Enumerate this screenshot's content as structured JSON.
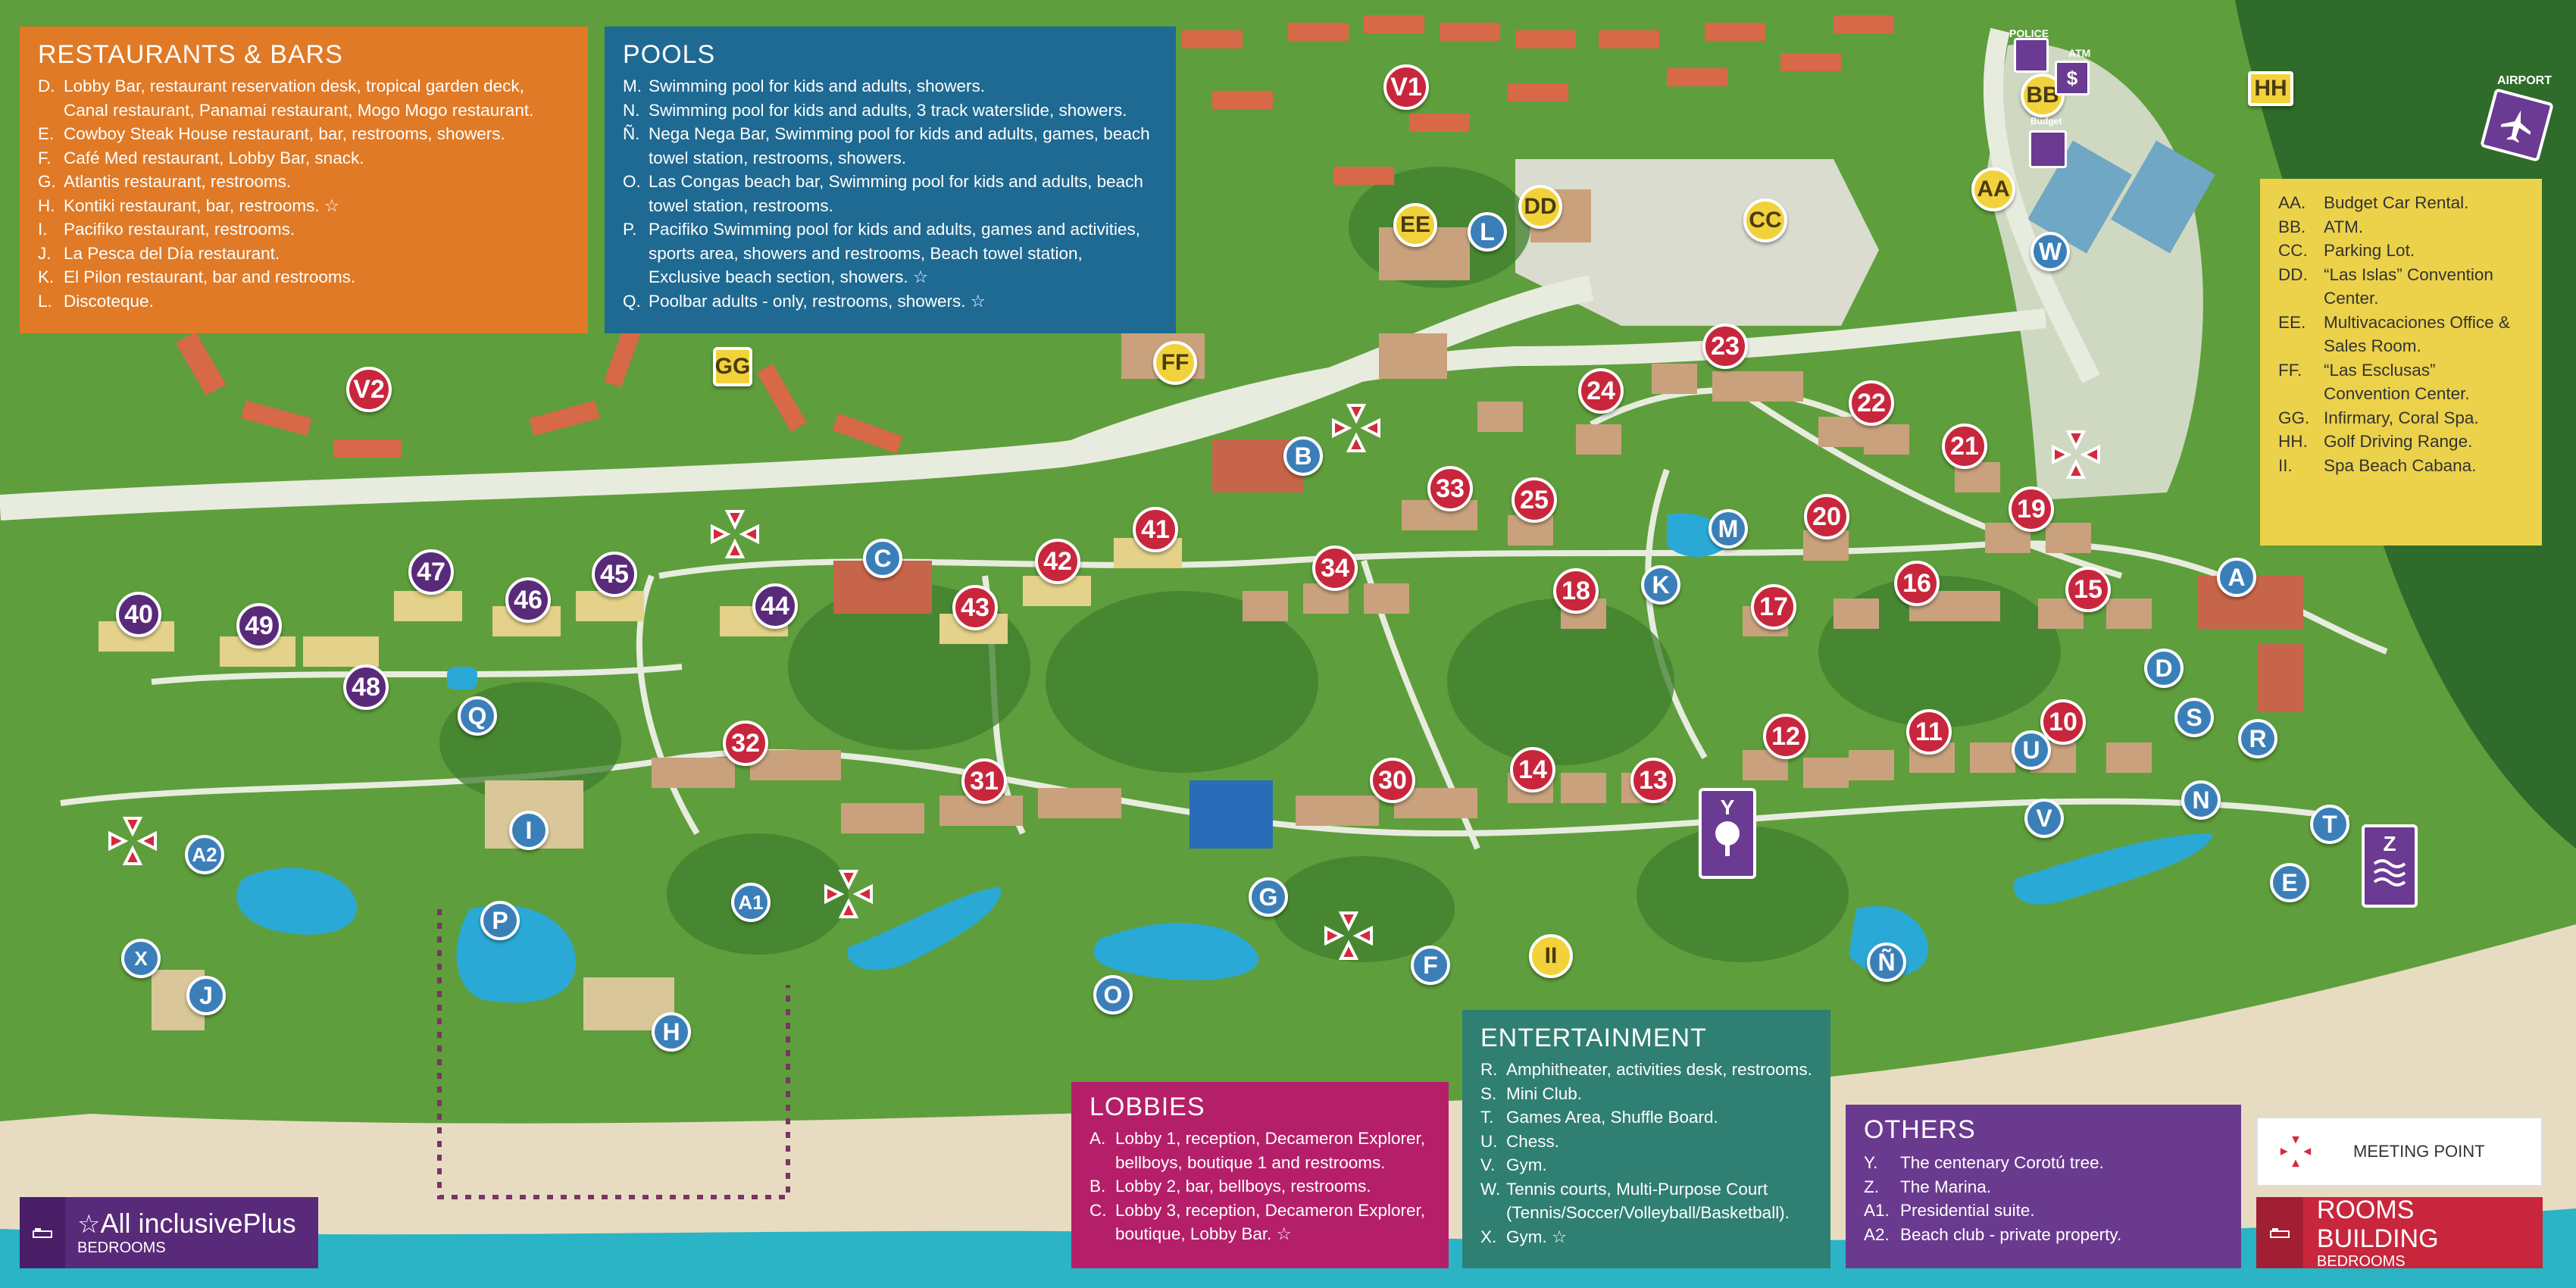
{
  "panels": {
    "restaurants": {
      "title": "RESTAURANTS & BARS",
      "items": [
        {
          "key": "D.",
          "text": "Lobby Bar, restaurant reservation desk, tropical garden deck, Canal restaurant, Panamai restaurant, Mogo Mogo restaurant."
        },
        {
          "key": "E.",
          "text": "Cowboy Steak House restaurant, bar, restrooms, showers."
        },
        {
          "key": "F.",
          "text": "Café Med restaurant, Lobby Bar, snack."
        },
        {
          "key": "G.",
          "text": "Atlantis restaurant, restrooms."
        },
        {
          "key": "H.",
          "text": "Kontiki restaurant, bar, restrooms. ☆"
        },
        {
          "key": "I.",
          "text": "Pacifiko restaurant, restrooms."
        },
        {
          "key": "J.",
          "text": "La Pesca del Día restaurant."
        },
        {
          "key": "K.",
          "text": "El Pilon restaurant, bar and restrooms."
        },
        {
          "key": "L.",
          "text": "Discoteque."
        }
      ]
    },
    "pools": {
      "title": "POOLS",
      "items": [
        {
          "key": "M.",
          "text": "Swimming pool for kids and adults, showers."
        },
        {
          "key": "N.",
          "text": "Swimming pool for kids and adults, 3 track waterslide, showers."
        },
        {
          "key": "Ñ.",
          "text": "Nega Nega Bar, Swimming pool for kids and adults, games, beach towel station, restrooms, showers."
        },
        {
          "key": "O.",
          "text": "Las Congas beach bar, Swimming pool for kids and adults, beach towel station, restrooms."
        },
        {
          "key": "P.",
          "text": "Pacifiko Swimming pool for kids and adults, games and activities, sports area, showers and restrooms, Beach towel station, Exclusive beach section, showers. ☆"
        },
        {
          "key": "Q.",
          "text": "Poolbar adults - only, restrooms, showers. ☆"
        }
      ]
    },
    "services": {
      "items": [
        {
          "key": "AA.",
          "text": "Budget Car Rental."
        },
        {
          "key": "BB.",
          "text": "ATM."
        },
        {
          "key": "CC.",
          "text": "Parking Lot."
        },
        {
          "key": "DD.",
          "text": "“Las Islas” Convention Center."
        },
        {
          "key": "EE.",
          "text": "Multivacaciones Office & Sales Room."
        },
        {
          "key": "FF.",
          "text": "“Las Esclusas” Convention Center."
        },
        {
          "key": "GG.",
          "text": "Infirmary, Coral Spa."
        },
        {
          "key": "HH.",
          "text": "Golf Driving Range."
        },
        {
          "key": "II.",
          "text": "Spa Beach Cabana."
        }
      ]
    },
    "lobbies": {
      "title": "LOBBIES",
      "items": [
        {
          "key": "A.",
          "text": "Lobby 1, reception, Decameron Explorer, bellboys, boutique 1 and restrooms."
        },
        {
          "key": "B.",
          "text": "Lobby 2, bar, bellboys, restrooms."
        },
        {
          "key": "C.",
          "text": "Lobby 3, reception, Decameron Explorer, boutique, Lobby Bar. ☆"
        }
      ]
    },
    "entertainment": {
      "title": "ENTERTAINMENT",
      "items": [
        {
          "key": "R.",
          "text": "Amphitheater, activities desk, restrooms."
        },
        {
          "key": "S.",
          "text": "Mini Club."
        },
        {
          "key": "T.",
          "text": "Games Area, Shuffle Board."
        },
        {
          "key": "U.",
          "text": "Chess."
        },
        {
          "key": "V.",
          "text": "Gym."
        },
        {
          "key": "W.",
          "text": "Tennis courts, Multi-Purpose Court (Tennis/Soccer/Volleyball/Basketball)."
        },
        {
          "key": "X.",
          "text": "Gym. ☆"
        }
      ]
    },
    "others": {
      "title": "OTHERS",
      "items": [
        {
          "key": "Y.",
          "text": "The centenary Corotú tree."
        },
        {
          "key": "Z.",
          "text": "The Marina."
        },
        {
          "key": "A1.",
          "text": "Presidential suite."
        },
        {
          "key": "A2.",
          "text": "Beach club - private property."
        }
      ]
    }
  },
  "legend": {
    "meeting_point": "MEETING POINT",
    "rooms_building": "ROOMS BUILDING",
    "rooms_bedrooms": "BEDROOMS",
    "all_inclusive": "All inclusivePlus",
    "all_inclusive_bedrooms": "BEDROOMS"
  },
  "map_labels": {
    "police": "POLICE",
    "atm": "ATM",
    "airport": "AIRPORT",
    "budget": "Budget"
  },
  "markers": {
    "rooms": [
      "V1",
      "V2",
      "13",
      "14",
      "15",
      "16",
      "17",
      "18",
      "19",
      "20",
      "21",
      "22",
      "23",
      "24",
      "25",
      "30",
      "31",
      "32",
      "33",
      "34",
      "41",
      "42",
      "43",
      "10",
      "11",
      "12"
    ],
    "all_inclusive": [
      "40",
      "44",
      "45",
      "46",
      "47",
      "48",
      "49"
    ],
    "letters": [
      "A",
      "B",
      "C",
      "D",
      "E",
      "F",
      "G",
      "H",
      "I",
      "J",
      "K",
      "L",
      "M",
      "N",
      "Ñ",
      "O",
      "P",
      "Q",
      "R",
      "S",
      "T",
      "U",
      "V",
      "W",
      "X",
      "A1",
      "A2"
    ],
    "services": [
      "AA",
      "BB",
      "CC",
      "DD",
      "EE",
      "FF",
      "GG",
      "HH",
      "II"
    ],
    "icons": [
      "Y",
      "Z"
    ]
  },
  "colors": {
    "restaurants": "#e07a26",
    "pools": "#1e6a93",
    "services": "#ecd24a",
    "lobbies": "#b51f69",
    "entertainment": "#2f7f72",
    "others": "#6a3a8f",
    "rooms": "#c8263c",
    "all_inclusive": "#5a2a7a",
    "grass": "#5f9e3c",
    "sea": "#2bb3c6",
    "sand": "#e7dcc1"
  }
}
